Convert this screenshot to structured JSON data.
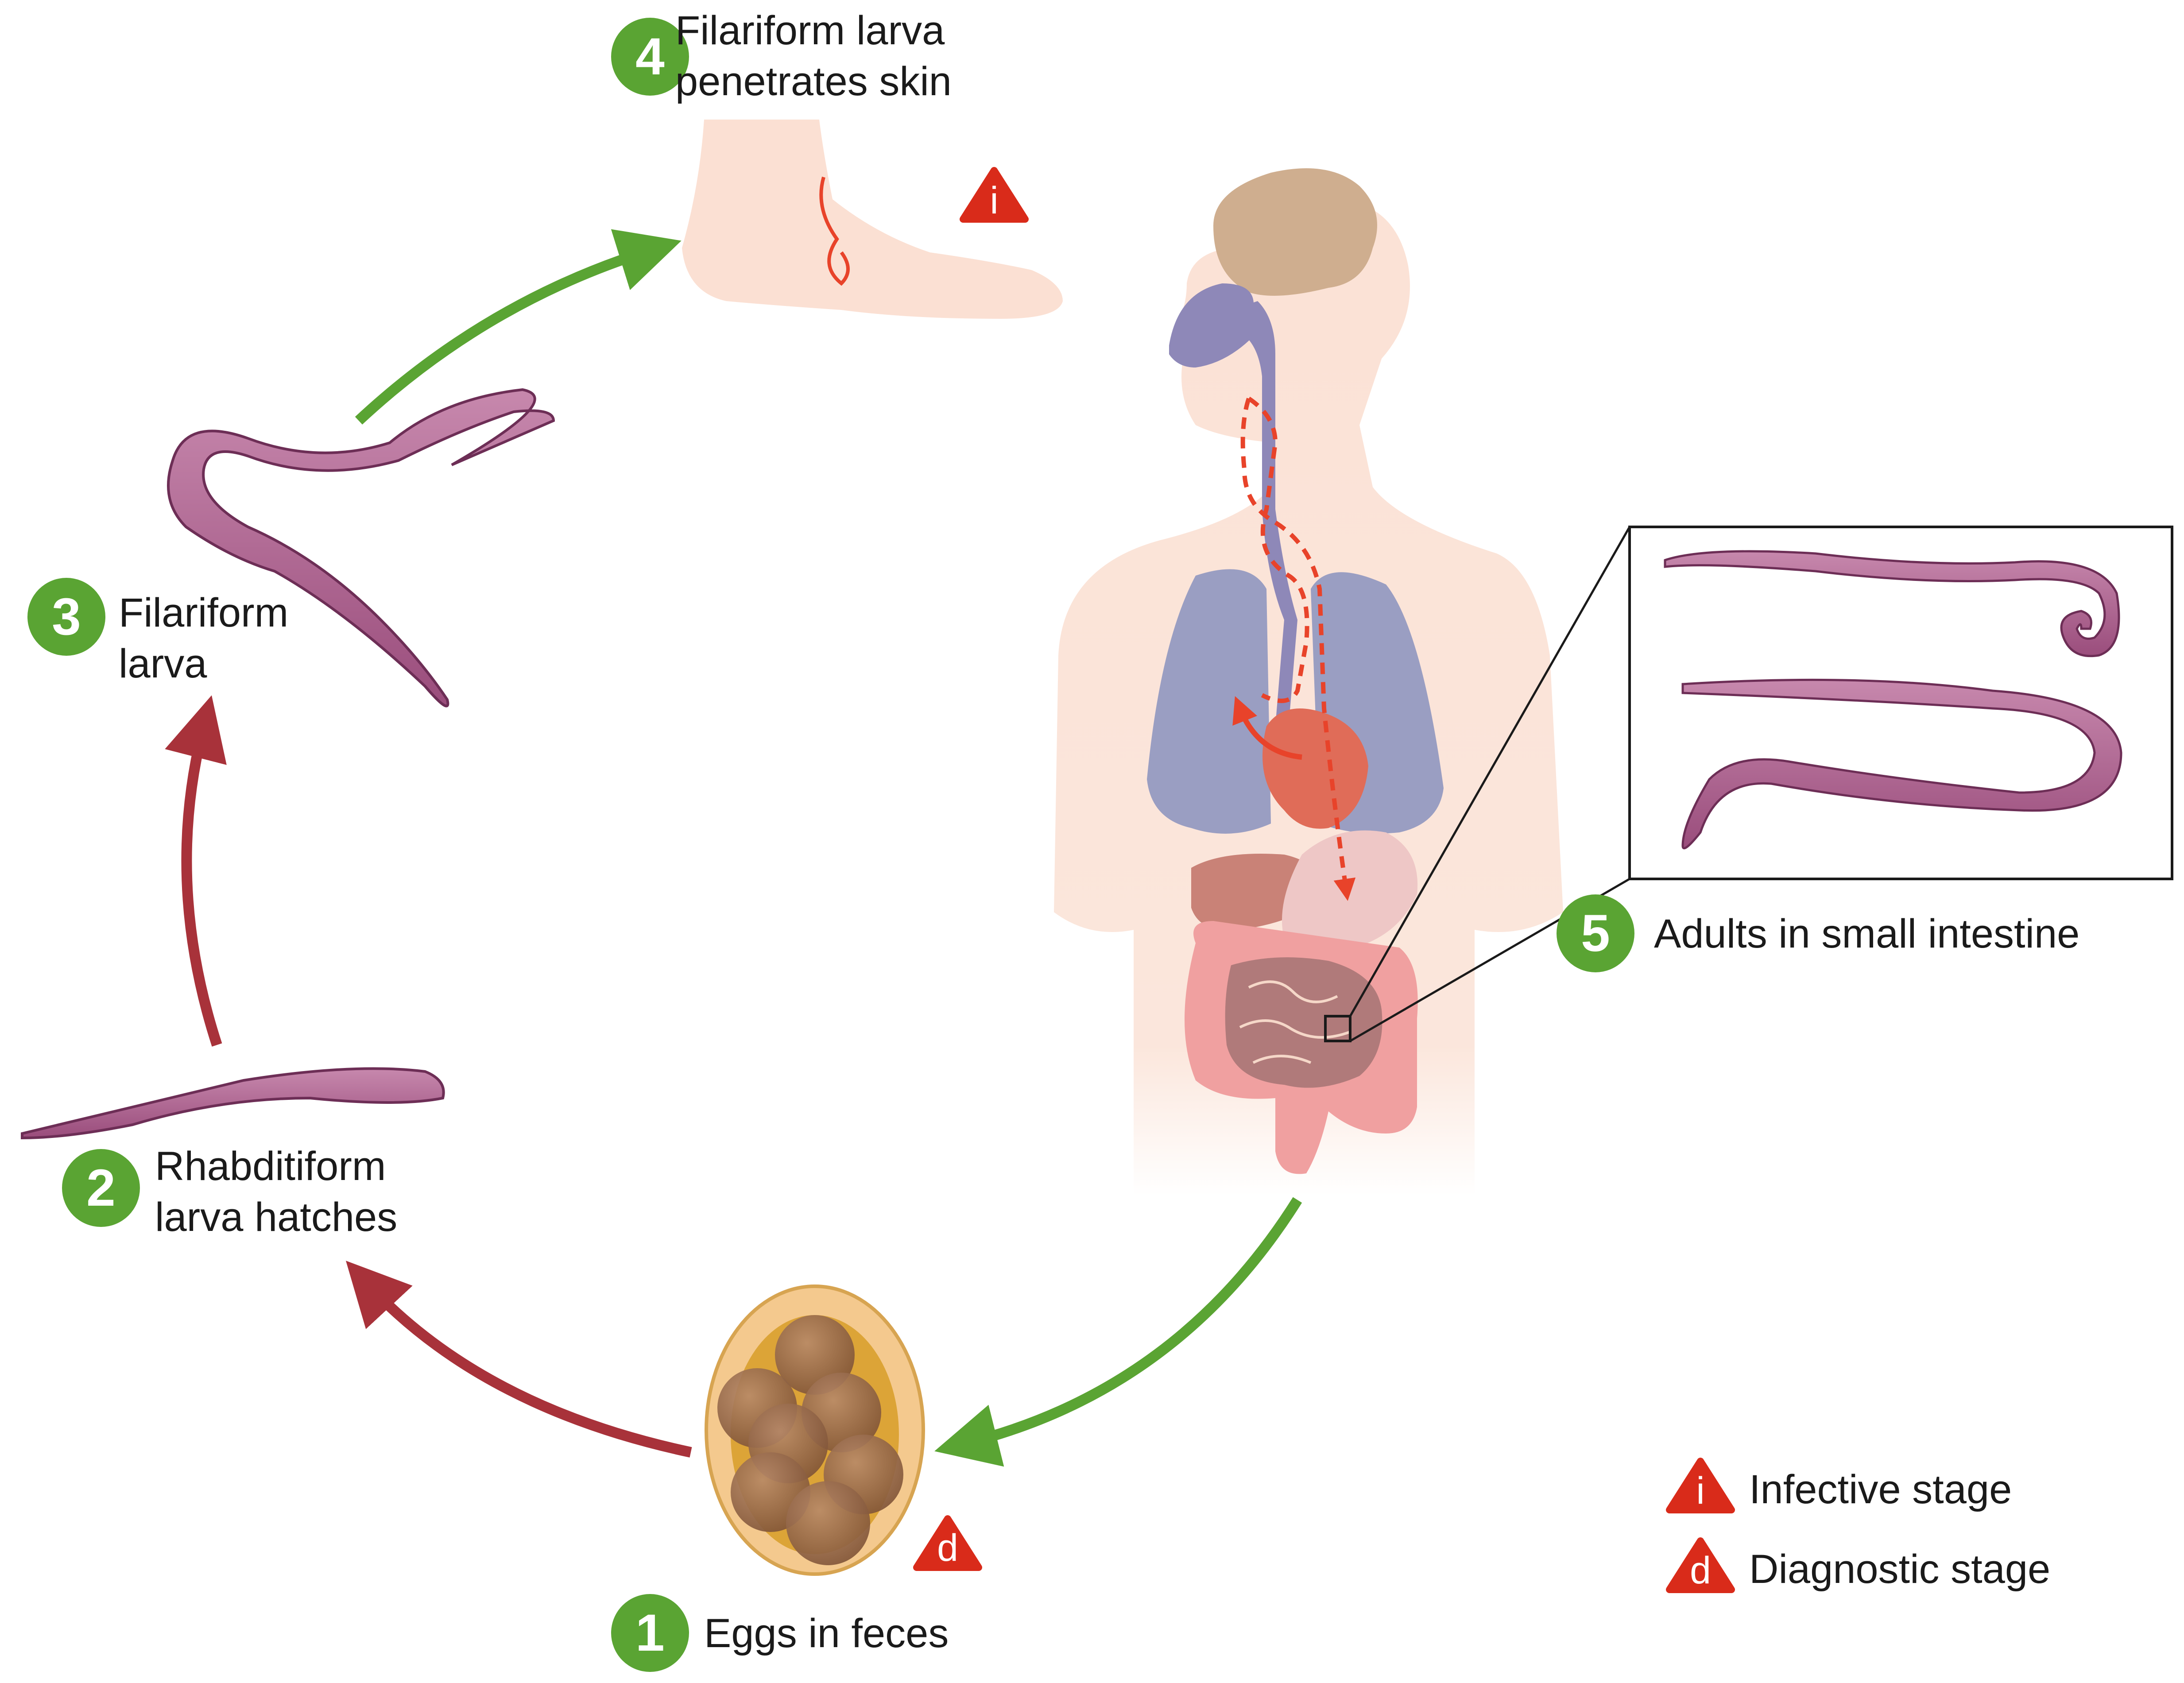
{
  "stages": [
    {
      "number": "1",
      "label_lines": [
        "Eggs in feces"
      ]
    },
    {
      "number": "2",
      "label_lines": [
        "Rhabditiform",
        "larva hatches"
      ]
    },
    {
      "number": "3",
      "label_lines": [
        "Filariform",
        "larva"
      ]
    },
    {
      "number": "4",
      "label_lines": [
        "Filariform larva",
        "penetrates skin"
      ]
    },
    {
      "number": "5",
      "label_lines": [
        "Adults in small intestine"
      ]
    }
  ],
  "markers": {
    "infective_letter": "i",
    "diagnostic_letter": "d"
  },
  "legend": {
    "infective": "Infective stage",
    "diagnostic": "Diagnostic stage"
  },
  "colors": {
    "badge_green": "#5aa433",
    "arrow_green": "#5aa433",
    "arrow_red": "#a8323a",
    "marker_red": "#d92b1a",
    "worm": "#b0628f",
    "body": "#fbe0d3",
    "lungs": "#9a9ec2",
    "path_red": "#e8432a"
  },
  "icons": [
    "egg-icon",
    "rhabditiform-larva-icon",
    "filariform-larva-icon",
    "foot-icon",
    "human-body-icon",
    "adult-worms-icon"
  ]
}
